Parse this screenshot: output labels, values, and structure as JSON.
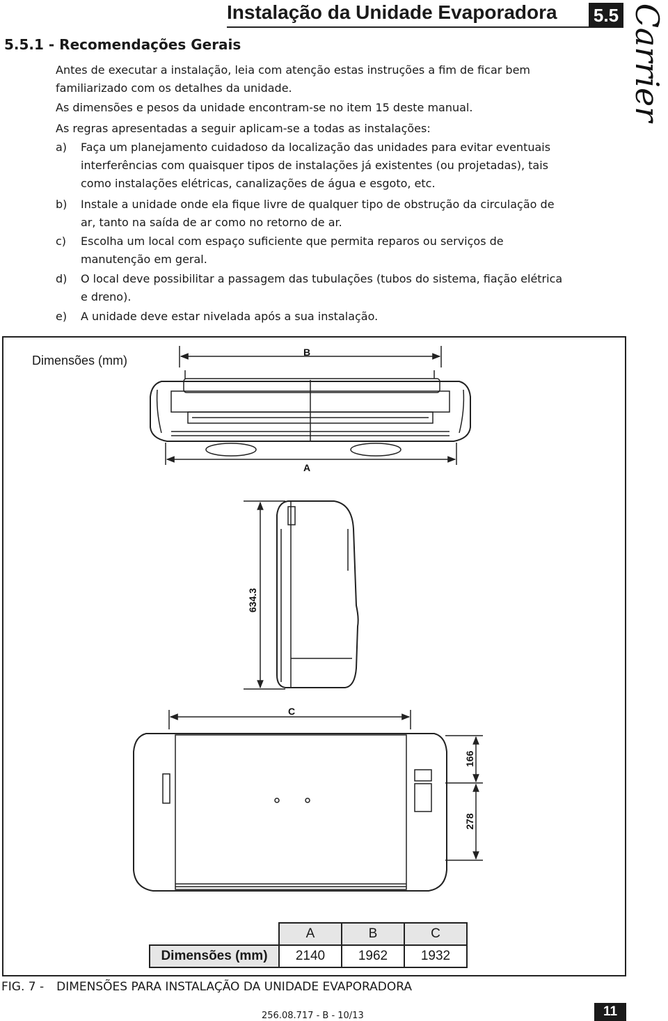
{
  "header": {
    "title": "Instalação da Unidade Evaporadora",
    "section_number": "5.5",
    "brand": "Carrier"
  },
  "section": {
    "heading": "5.5.1 - Recomendações Gerais",
    "intro": [
      "Antes de executar a instalação, leia com atenção estas instruções a fim de ficar bem",
      "familiarizado com os detalhes da unidade.",
      "As dimensões e pesos da unidade encontram-se no item 15 deste manual.",
      "As regras apresentadas a seguir aplicam-se a todas as instalações:"
    ],
    "items": [
      {
        "letter": "a)",
        "lines": [
          "Faça um planejamento cuidadoso da localização das unidades para evitar eventuais",
          "interferências com quaisquer tipos de instalações já existentes (ou projetadas), tais",
          "como instalações elétricas, canalizações de água e esgoto, etc."
        ]
      },
      {
        "letter": "b)",
        "lines": [
          "Instale a unidade onde ela fique livre de qualquer tipo de obstrução da circulação de",
          "ar, tanto na saída de ar como no retorno de ar."
        ]
      },
      {
        "letter": "c)",
        "lines": [
          "Escolha um local com espaço suficiente que permita reparos ou serviços de",
          "manutenção em geral."
        ]
      },
      {
        "letter": "d)",
        "lines": [
          "O local deve possibilitar a passagem das tubulações (tubos do sistema, fiação elétrica",
          "e dreno)."
        ]
      },
      {
        "letter": "e)",
        "lines": [
          "A unidade deve estar nivelada após a sua instalação."
        ]
      }
    ]
  },
  "figure": {
    "units_label": "Dimensões (mm)",
    "labels": {
      "b": "B",
      "a": "A",
      "c": "C",
      "height": "634.3",
      "dim_166": "166",
      "dim_278": "278"
    },
    "table": {
      "headers": [
        "A",
        "B",
        "C"
      ],
      "row_label": "Dimensões (mm)",
      "values": [
        "2140",
        "1962",
        "1932"
      ]
    },
    "caption_prefix": "FIG. 7 -",
    "caption_title": "DIMENSÕES PARA INSTALAÇÃO DA UNIDADE EVAPORADORA"
  },
  "footer": {
    "doc_code": "256.08.717 - B - 10/13",
    "page_number": "11"
  }
}
